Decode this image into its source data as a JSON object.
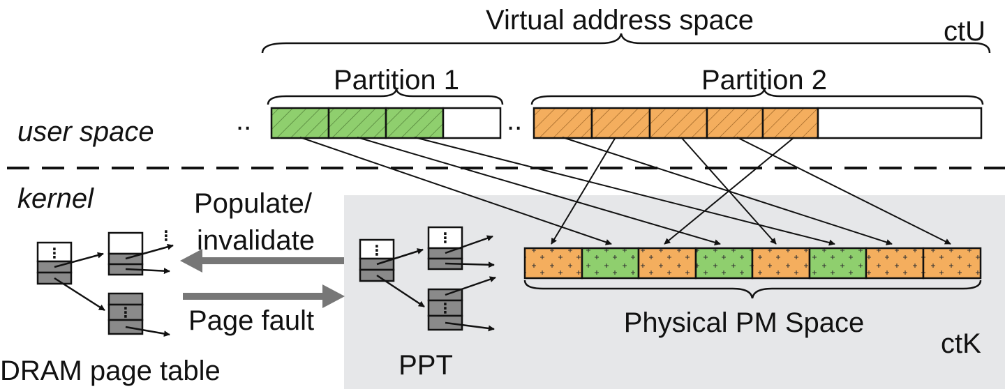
{
  "labels": {
    "virtual_address_space": "Virtual address space",
    "ctU": "ctU",
    "partition_1": "Partition 1",
    "partition_2": "Partition 2",
    "user_space": "user space",
    "kernel": "kernel",
    "populate_invalidate_line1": "Populate/",
    "populate_invalidate_line2": "invalidate",
    "page_fault": "Page fault",
    "ppt": "PPT",
    "physical_pm_space": "Physical PM Space",
    "ctK": "ctK",
    "dram_page_table": "DRAM page table",
    "ellipsis": "..",
    "vdots": "⋮"
  },
  "colors": {
    "green": "#8fcf6e",
    "orange": "#f4ae5e",
    "kernel_region": "#e6e7e9",
    "node_dark": "#8a8a8a",
    "block_arrow": "#777777",
    "line": "#111111"
  }
}
